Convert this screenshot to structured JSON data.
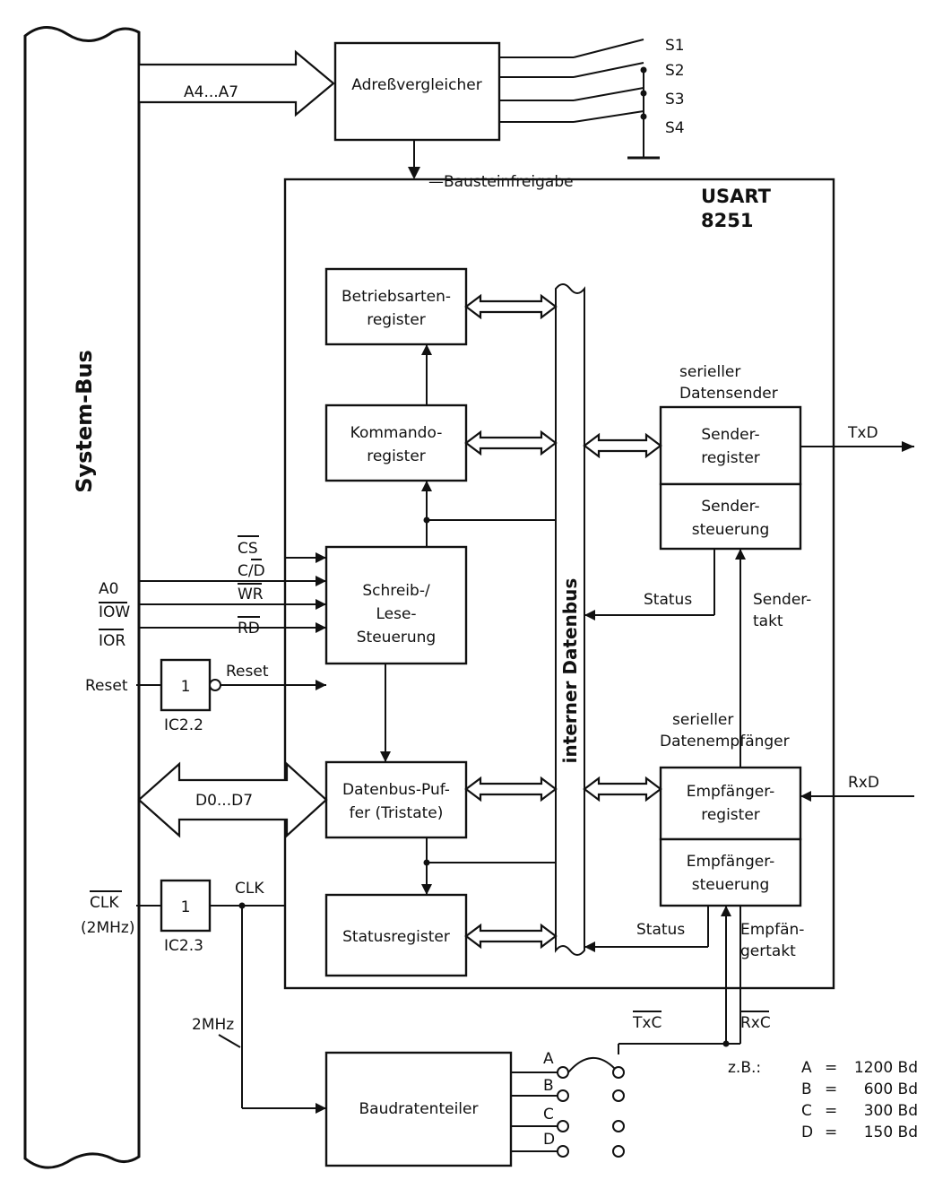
{
  "system_bus": {
    "label": "System-Bus"
  },
  "address_bus": {
    "label": "A4...A7"
  },
  "data_bus": {
    "label": "D0...D7"
  },
  "address_comparator": {
    "label": "Adreßvergleicher"
  },
  "switches": [
    "S1",
    "S2",
    "S3",
    "S4"
  ],
  "chip_enable": {
    "label": "—Bausteinfreigabe"
  },
  "usart": {
    "line1": "USART",
    "line2": "8251"
  },
  "blocks": {
    "mode_register": [
      "Betriebsarten-",
      "register"
    ],
    "command_register": [
      "Kommando-",
      "register"
    ],
    "rw_control": [
      "Schreib-/",
      "Lese-",
      "Steuerung"
    ],
    "databus_buffer": [
      "Datenbus-Puf-",
      "fer (Tristate)"
    ],
    "status_register": [
      "Statusregister"
    ],
    "sender_register": [
      "Sender-",
      "register"
    ],
    "sender_control": [
      "Sender-",
      "steuerung"
    ],
    "receiver_register": [
      "Empfänger-",
      "register"
    ],
    "receiver_control": [
      "Empfänger-",
      "steuerung"
    ],
    "baud_divider": [
      "Baudratenteiler"
    ]
  },
  "sections": {
    "serial_sender": [
      "serieller",
      "Datensender"
    ],
    "serial_receiver": [
      "serieller",
      "Datenempfänger"
    ],
    "internal_bus": "interner Datenbus"
  },
  "signals": {
    "cs": "CS",
    "cd": "C/D",
    "wr": "WR",
    "rd": "RD",
    "a0": "A0",
    "iow": "IOW",
    "ior": "IOR",
    "reset_in": "Reset",
    "reset_out": "Reset",
    "txd": "TxD",
    "rxd": "RxD",
    "status_tx": "Status",
    "sender_clock": [
      "Sender-",
      "takt"
    ],
    "status_rx": "Status",
    "receiver_clock": [
      "Empfän-",
      "gertakt"
    ],
    "txc": "TxC",
    "rxc": "RxC",
    "clk_in": [
      "CLK",
      "(2MHz)"
    ],
    "clk_out": "CLK",
    "mhz": "2MHz"
  },
  "gates": {
    "ic22": {
      "label": "IC2.2",
      "value": "1"
    },
    "ic23": {
      "label": "IC2.3",
      "value": "1"
    }
  },
  "taps": [
    "A",
    "B",
    "C",
    "D"
  ],
  "baud_examples": {
    "prefix": "z.B.:",
    "rows": [
      {
        "key": "A",
        "eq": "=",
        "value": "1200 Bd"
      },
      {
        "key": "B",
        "eq": "=",
        "value": "600 Bd"
      },
      {
        "key": "C",
        "eq": "=",
        "value": "300 Bd"
      },
      {
        "key": "D",
        "eq": "=",
        "value": "150 Bd"
      }
    ]
  }
}
